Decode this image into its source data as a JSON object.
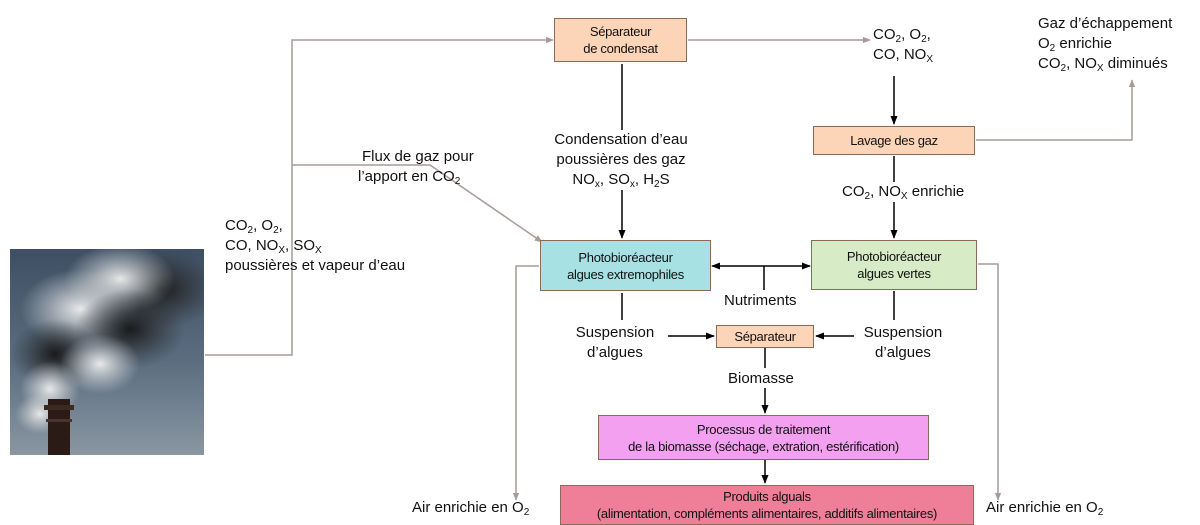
{
  "boxes": {
    "separateur_condensat": [
      "Séparateur",
      "de condensat"
    ],
    "lavage": "Lavage des gaz",
    "pbr_extremophiles": [
      "Photobioréacteur",
      "algues extremophiles"
    ],
    "pbr_vertes": [
      "Photobioréacteur",
      "algues vertes"
    ],
    "separateur": "Séparateur",
    "traitement": [
      "Processus de traitement",
      "de la biomasse (séchage, extration, estérification)"
    ],
    "produits": [
      "Produits alguals",
      "(alimentation, compléments alimentaires, additifs alimentaires)"
    ]
  },
  "labels": {
    "flux": {
      "line1": "Flux de gaz pour",
      "line2_pre": "l’apport en CO",
      "line2_sub": "2"
    },
    "source": {
      "l1": {
        "a": "CO",
        "a_sub": "2",
        "b": ", O",
        "b_sub": "2",
        "c": ","
      },
      "l2": {
        "a": "CO, NO",
        "a_sub": "X",
        "b": ", SO",
        "b_sub": "X"
      },
      "l3": "poussières et vapeur d’eau"
    },
    "condensation": {
      "l1": "Condensation d’eau",
      "l2": "poussières des gaz",
      "l3": {
        "a": "NO",
        "a_sub": "x",
        "b": ", SO",
        "b_sub": "x",
        "c": ", H",
        "c_sub": "2",
        "d": "S"
      }
    },
    "top_gases": {
      "l1": {
        "a": "CO",
        "a_sub": "2",
        "b": ", O",
        "b_sub": "2",
        "c": ","
      },
      "l2": {
        "a": "CO, NO",
        "a_sub": "X"
      }
    },
    "exhaust": {
      "l1": "Gaz d’échappement",
      "l2": {
        "a": "O",
        "a_sub": "2",
        "b": " enrichie"
      },
      "l3": {
        "a": "CO",
        "a_sub": "2",
        "b": ", NO",
        "b_sub": "X",
        "c": " diminués"
      }
    },
    "enriched": {
      "a": "CO",
      "a_sub": "2",
      "b": ", NO",
      "b_sub": "X",
      "c": " enrichie"
    },
    "nutriments": "Nutriments",
    "suspension_left": [
      "Suspension",
      "d’algues"
    ],
    "suspension_right": [
      "Suspension",
      "d’algues"
    ],
    "biomasse": "Biomasse",
    "air_left": {
      "a": "Air enrichie en O",
      "a_sub": "2"
    },
    "air_right": {
      "a": "Air enrichie en O",
      "a_sub": "2"
    }
  },
  "colors": {
    "peach": "#fcd5b9",
    "cyan": "#a7e1e4",
    "green": "#d7ecc6",
    "pink": "#f4a0f0",
    "red": "#ef7f98",
    "gray_line": "#a99a9a",
    "black_line": "#000000"
  }
}
